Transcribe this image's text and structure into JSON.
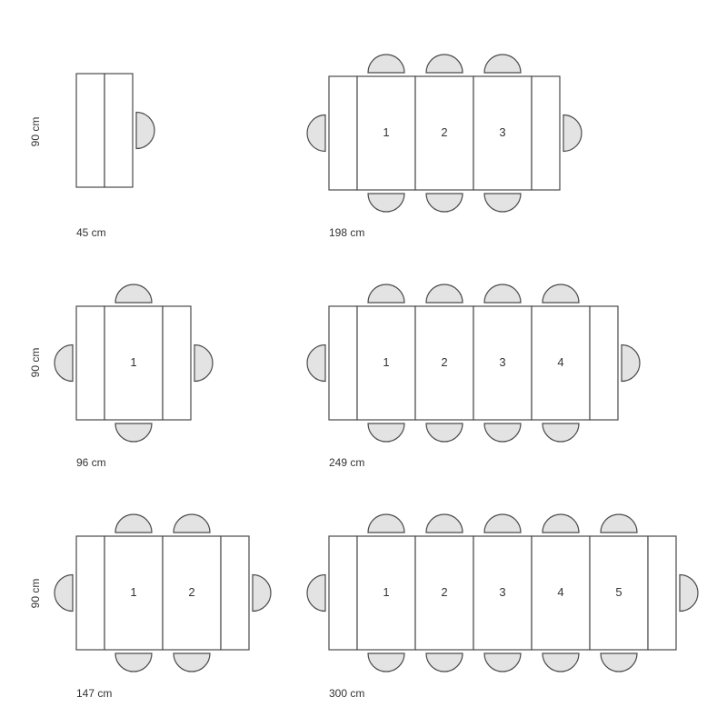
{
  "colors": {
    "line": "#4a4a4a",
    "chair_fill": "#e3e3e3",
    "text": "#333333",
    "background": "#ffffff"
  },
  "height_label": "90 cm",
  "configurations": [
    {
      "id": "table-45",
      "width_label": "45 cm",
      "leaves": []
    },
    {
      "id": "table-198",
      "width_label": "198 cm",
      "leaves": [
        "1",
        "2",
        "3"
      ]
    },
    {
      "id": "table-96",
      "width_label": "96 cm",
      "leaves": [
        "1"
      ]
    },
    {
      "id": "table-249",
      "width_label": "249 cm",
      "leaves": [
        "1",
        "2",
        "3",
        "4"
      ]
    },
    {
      "id": "table-147",
      "width_label": "147 cm",
      "leaves": [
        "1",
        "2"
      ]
    },
    {
      "id": "table-300",
      "width_label": "300 cm",
      "leaves": [
        "1",
        "2",
        "3",
        "4",
        "5"
      ]
    }
  ]
}
